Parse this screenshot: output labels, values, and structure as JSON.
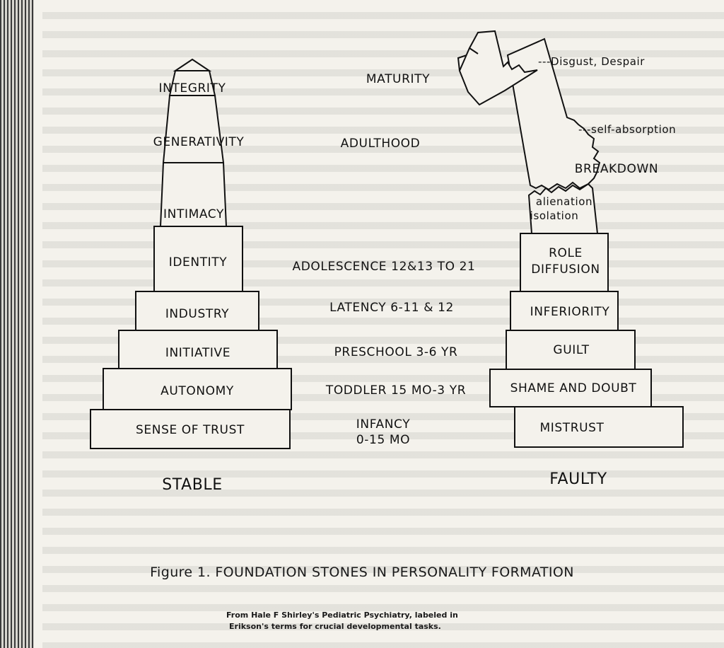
{
  "stable_stones": [
    "SENSE OF TRUST",
    "AUTONOMY",
    "INITIATIVE",
    "INDUSTRY",
    "IDENTITY",
    "INTIMACY",
    "GENERATIVITY",
    "INTEGRITY"
  ],
  "faulty_stones": [
    "MISTRUST",
    "SHAME AND DOUBT",
    "GUILT",
    "INFERIORITY",
    [
      "ROLE",
      "DIFFUSION"
    ],
    [
      "alienation",
      "isolation"
    ],
    "BREAKDOWN"
  ],
  "faulty_notes": {
    "self_absorption": "---self-absorption",
    "disgust": "---Disgust, Despair"
  },
  "stages": [
    "INFANCY",
    "0-15 MO",
    "TODDLER 15 MO-3 YR",
    "PRESCHOOL 3-6 YR",
    "LATENCY 6-11 & 12",
    "ADOLESCENCE 12&13 TO  21",
    "ADULTHOOD",
    "MATURITY"
  ],
  "titles": {
    "stable": "STABLE",
    "faulty": "FAULTY"
  },
  "caption": "Figure 1. FOUNDATION STONES IN PERSONALITY FORMATION",
  "credit": {
    "line1": "From Hale F Shirley's Pediatric Psychiatry, labeled in",
    "line2": "Erikson's terms for crucial developmental tasks."
  }
}
